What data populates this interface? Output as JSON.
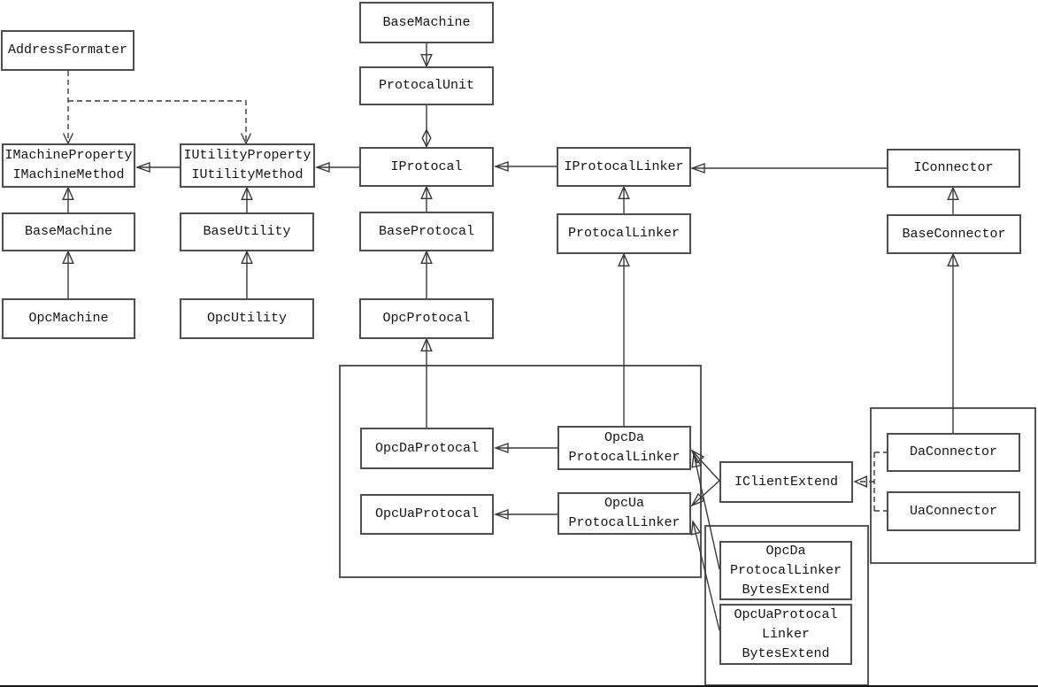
{
  "diagram": {
    "kind": "uml-class-diagram",
    "colors": {
      "line": "#3a3a3a",
      "box_border": "#4e4e4e",
      "box_fill": "#ffffff",
      "background": "#ffffff"
    },
    "boxes": {
      "address_formater": {
        "label": "AddressFormater"
      },
      "base_machine_top": {
        "label": "BaseMachine"
      },
      "protocal_unit": {
        "label": "ProtocalUnit"
      },
      "imachine": {
        "label": "IMachineProperty\nIMachineMethod"
      },
      "iutility": {
        "label": "IUtilityProperty\nIUtilityMethod"
      },
      "iprotocal": {
        "label": "IProtocal"
      },
      "iprotocal_linker": {
        "label": "IProtocalLinker"
      },
      "iconnector": {
        "label": "IConnector"
      },
      "base_machine": {
        "label": "BaseMachine"
      },
      "base_utility": {
        "label": "BaseUtility"
      },
      "base_protocal": {
        "label": "BaseProtocal"
      },
      "protocal_linker": {
        "label": "ProtocalLinker"
      },
      "base_connector": {
        "label": "BaseConnector"
      },
      "opc_machine": {
        "label": "OpcMachine"
      },
      "opc_utility": {
        "label": "OpcUtility"
      },
      "opc_protocal": {
        "label": "OpcProtocal"
      },
      "opc_da_protocal": {
        "label": "OpcDaProtocal"
      },
      "opc_ua_protocal": {
        "label": "OpcUaProtocal"
      },
      "opc_da_protocal_linker": {
        "label": "OpcDa\nProtocalLinker"
      },
      "opc_ua_protocal_linker": {
        "label": "OpcUa\nProtocalLinker"
      },
      "iclient_extend": {
        "label": "IClientExtend"
      },
      "da_connector": {
        "label": "DaConnector"
      },
      "ua_connector": {
        "label": "UaConnector"
      },
      "opc_da_protocal_linker_bytes_extend": {
        "label": "OpcDa\nProtocalLinker\nBytesExtend"
      },
      "opc_ua_protocal_linker_bytes_extend": {
        "label": "OpcUaProtocal\nLinker\nBytesExtend"
      }
    },
    "relations": [
      {
        "from": "base_machine_top",
        "to": "protocal_unit",
        "type": "generalization"
      },
      {
        "from": "protocal_unit",
        "to": "iprotocal",
        "type": "aggregation"
      },
      {
        "from": "address_formater",
        "to": "imachine",
        "type": "dependency-dashed"
      },
      {
        "from": "address_formater",
        "to": "iutility",
        "type": "dependency-dashed"
      },
      {
        "from": "iutility",
        "to": "imachine",
        "type": "association-arrow"
      },
      {
        "from": "iprotocal",
        "to": "iutility",
        "type": "association-arrow"
      },
      {
        "from": "iprotocal_linker",
        "to": "iprotocal",
        "type": "association-arrow"
      },
      {
        "from": "iconnector",
        "to": "iprotocal_linker",
        "type": "association-arrow"
      },
      {
        "from": "base_machine",
        "to": "imachine",
        "type": "generalization"
      },
      {
        "from": "opc_machine",
        "to": "base_machine",
        "type": "generalization"
      },
      {
        "from": "base_utility",
        "to": "iutility",
        "type": "generalization"
      },
      {
        "from": "opc_utility",
        "to": "base_utility",
        "type": "generalization"
      },
      {
        "from": "base_protocal",
        "to": "iprotocal",
        "type": "generalization"
      },
      {
        "from": "opc_protocal",
        "to": "base_protocal",
        "type": "generalization"
      },
      {
        "from": "opc_da_protocal",
        "to": "opc_protocal",
        "type": "generalization"
      },
      {
        "from": "protocal_linker",
        "to": "iprotocal_linker",
        "type": "generalization"
      },
      {
        "from": "opc_da_protocal_linker",
        "to": "protocal_linker",
        "type": "generalization"
      },
      {
        "from": "base_connector",
        "to": "iconnector",
        "type": "generalization"
      },
      {
        "from": "da_connector",
        "to": "base_connector",
        "type": "generalization"
      },
      {
        "from": "opc_da_protocal_linker",
        "to": "opc_da_protocal",
        "type": "association-arrow"
      },
      {
        "from": "opc_ua_protocal_linker",
        "to": "opc_ua_protocal",
        "type": "association-arrow"
      },
      {
        "from": "iclient_extend",
        "to": "opc_da_protocal_linker",
        "type": "association-arrow"
      },
      {
        "from": "iclient_extend",
        "to": "opc_ua_protocal_linker",
        "type": "association-arrow"
      },
      {
        "from": "opc_da_protocal_linker_bytes_extend",
        "to": "opc_da_protocal_linker",
        "type": "association-arrow"
      },
      {
        "from": "opc_ua_protocal_linker_bytes_extend",
        "to": "opc_ua_protocal_linker",
        "type": "association-arrow"
      },
      {
        "from": "da_connector",
        "to": "iclient_extend",
        "type": "realization-dashed"
      },
      {
        "from": "ua_connector",
        "to": "iclient_extend",
        "type": "realization-dashed"
      }
    ]
  }
}
